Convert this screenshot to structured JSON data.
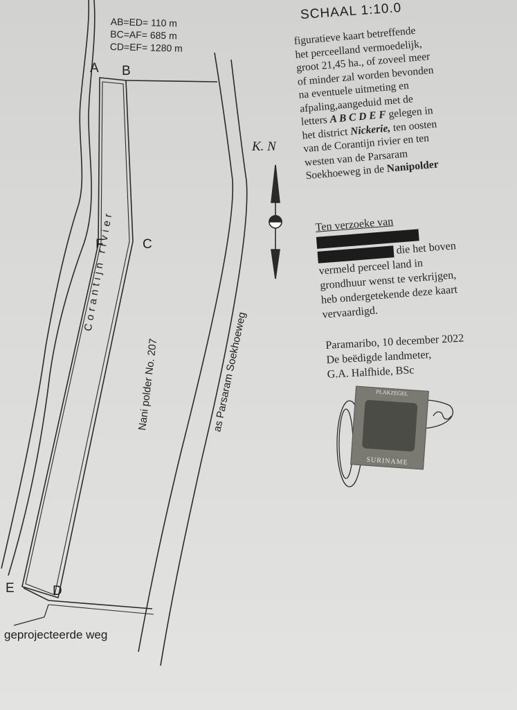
{
  "dimensions": {
    "ab_ed": "AB=ED= 110 m",
    "bc_af": "BC=AF= 685 m",
    "cd_ef": "CD=EF= 1280 m"
  },
  "points": {
    "A": "A",
    "B": "B",
    "C": "C",
    "D": "D",
    "E": "E",
    "F": "F"
  },
  "scale_text": "SCHAAL 1:10.0",
  "north_label": "K. N",
  "labels": {
    "river": "Corantijn rivier",
    "polder": "Nani polder No. 207",
    "road": "as Parsaram Soekhoeweg",
    "projected_road": "geprojecteerde  weg"
  },
  "description": {
    "l1": "figuratieve kaart betreffende",
    "l2": "het perceelland vermoedelijk,",
    "l3": "groot 21,45 ha., of zoveel meer",
    "l4": "of minder zal worden bevonden",
    "l5": "na eventuele uitmeting en",
    "l6": "afpaling,aangeduid met de",
    "l7a": "letters ",
    "l7b": "A B C D E F",
    "l7c": " gelegen in",
    "l8a": "het district ",
    "l8b": "Nickerie,",
    "l8c": " ten oosten",
    "l9": "van de Corantijn rivier en ten",
    "l10": "westen van de Parsaram",
    "l11a": "Soekhoeweg in de ",
    "l11b": "Nanipolder"
  },
  "request": {
    "l1": "Ten verzoeke van",
    "l3_after": "die het boven",
    "l4": "vermeld perceel land in",
    "l5": "grondhuur wenst te verkrijgen,",
    "l6": "heb ondergetekende deze kaart",
    "l7": "vervaardigd."
  },
  "signature": {
    "l1": "Paramaribo, 10 december 2022",
    "l2": "De beëdigde landmeter,",
    "l3": "G.A. Halfhide, BSc"
  },
  "stamp": {
    "top": "PLAKZEGEL",
    "bottom": "SURINAME"
  }
}
